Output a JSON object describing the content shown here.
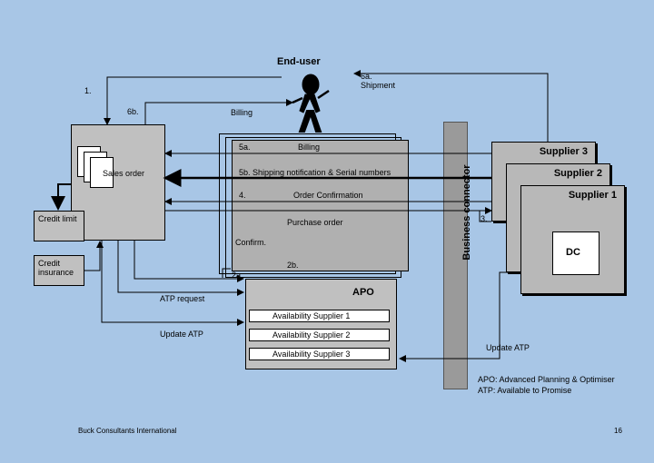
{
  "title": "End-user",
  "step_labels": {
    "s1": "1.",
    "s6b": "6b.",
    "billing_top": "Billing",
    "s6a": "6a.",
    "shipment": "Shipment",
    "s5a": "5a.",
    "billing_inner": "Billing",
    "s5b": "5b. Shipping notification & Serial numbers",
    "s4": "4.",
    "order_confirmation": "Order Confirmation",
    "purchase_order": "Purchase order",
    "confirm": "Confirm.",
    "s2b": "2b.",
    "s2a": "2a.",
    "s3": "3.",
    "atp_request": "ATP request",
    "update_atp_left": "Update ATP",
    "update_atp_right": "Update ATP"
  },
  "erp": {
    "sales_order": "Sales order",
    "credit_limit": "Credit limit",
    "credit_insurance": "Credit insurance"
  },
  "apo": {
    "title": "APO",
    "rows": [
      "Availability Supplier 1",
      "Availability Supplier 2",
      "Availability Supplier 3"
    ]
  },
  "connector": "Business connector",
  "suppliers": [
    "Supplier 3",
    "Supplier 2",
    "Supplier 1"
  ],
  "dc": "DC",
  "legend": [
    "APO:  Advanced Planning & Optimiser",
    "ATP:  Available to Promise"
  ],
  "footer": {
    "company": "Buck Consultants International",
    "page": "16"
  },
  "colors": {
    "background": "#a8c6e6",
    "box": "#c0c0c0",
    "connector": "#9a9a9a"
  }
}
